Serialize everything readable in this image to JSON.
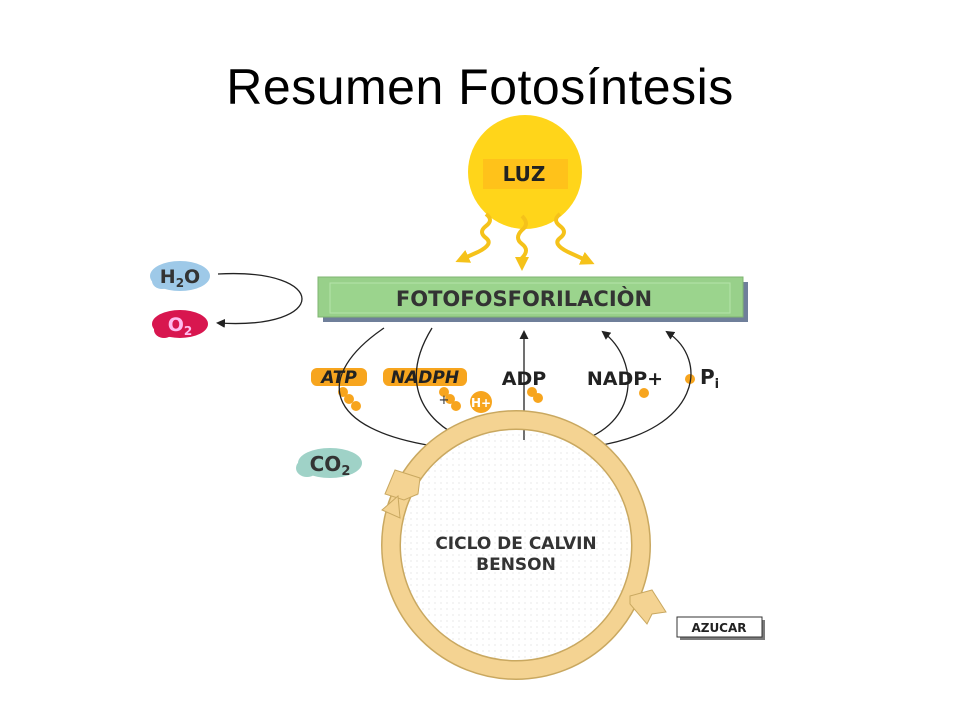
{
  "slide": {
    "title": "Resumen Fotosíntesis"
  },
  "diagram": {
    "light_label": "LUZ",
    "photophosphorylation_label": "FOTOFOSFORILACIÒN",
    "water": {
      "base": "H",
      "sub": "2",
      "tail": "O"
    },
    "oxygen": {
      "base": "O",
      "sub": "2"
    },
    "carbon_dioxide": {
      "base": "CO",
      "sub": "2"
    },
    "atp_label": "ATP",
    "nadph_label": "NADPH",
    "proton": {
      "plus_sign": "+",
      "label": "H+"
    },
    "adp_label": "ADP",
    "nadp_label": "NADP+",
    "pi": {
      "base": "P",
      "sub": "i"
    },
    "calvin_line1": "CICLO DE CALVIN",
    "calvin_line2": "BENSON",
    "sugar_label": "AZUCAR"
  },
  "colors": {
    "sun": "#ffd51a",
    "sun_label_box": "#ffc21a",
    "wavy_arrows": "#f5c21a",
    "phosphorylation_box": "#98d08a",
    "phosphorylation_shadow": "#6f7f9a",
    "water_blob": "#9ec9e8",
    "oxygen_blob": "#d8164f",
    "co2_blob": "#9fd2c7",
    "molecule_orange": "#f7a51e",
    "calvin_ring": "#f4d392",
    "calvin_ring_edge": "#c9a860"
  }
}
